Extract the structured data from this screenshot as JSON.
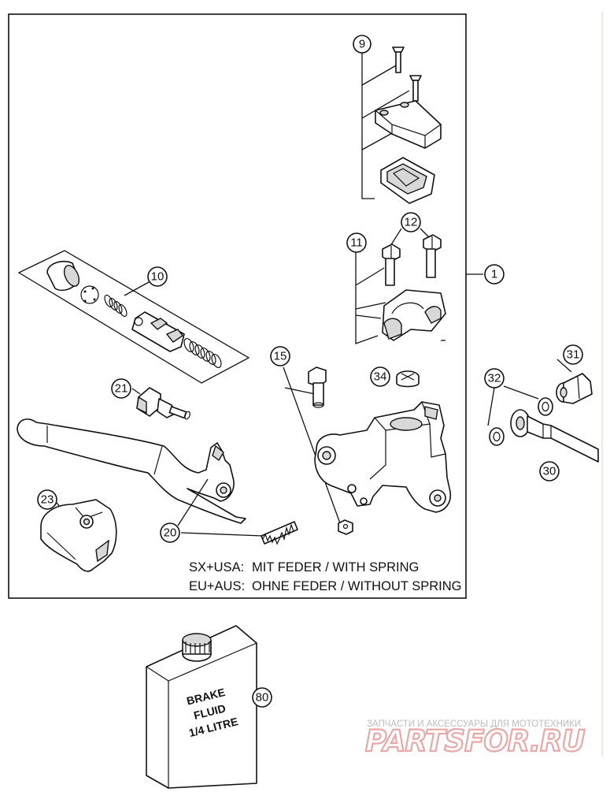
{
  "callouts": {
    "c1": "1",
    "c9": "9",
    "c10": "10",
    "c11": "11",
    "c12": "12",
    "c15": "15",
    "c20": "20",
    "c21": "21",
    "c23": "23",
    "c30": "30",
    "c31": "31",
    "c32": "32",
    "c34": "34",
    "c80": "80"
  },
  "notes": {
    "line1_label": "SX+USA:",
    "line1_text": "MIT FEDER / WITH SPRING",
    "line2_label": "EU+AUS:",
    "line2_text": "OHNE FEDER / WITHOUT SPRING"
  },
  "brake_fluid_can": {
    "line1": "BRAKE",
    "line2": "FLUID",
    "line3": "1/4 LITRE"
  },
  "watermark": {
    "tagline": "ЗАПЧАСТИ И АКСЕССУАРЫ ДЛЯ МОТОТЕХНИКИ",
    "logo": "PARTSFOR.RU"
  },
  "colors": {
    "line": "#111111",
    "background": "#ffffff",
    "watermark_logo": "#e8a8a8",
    "watermark_text": "#bdbdbd"
  }
}
